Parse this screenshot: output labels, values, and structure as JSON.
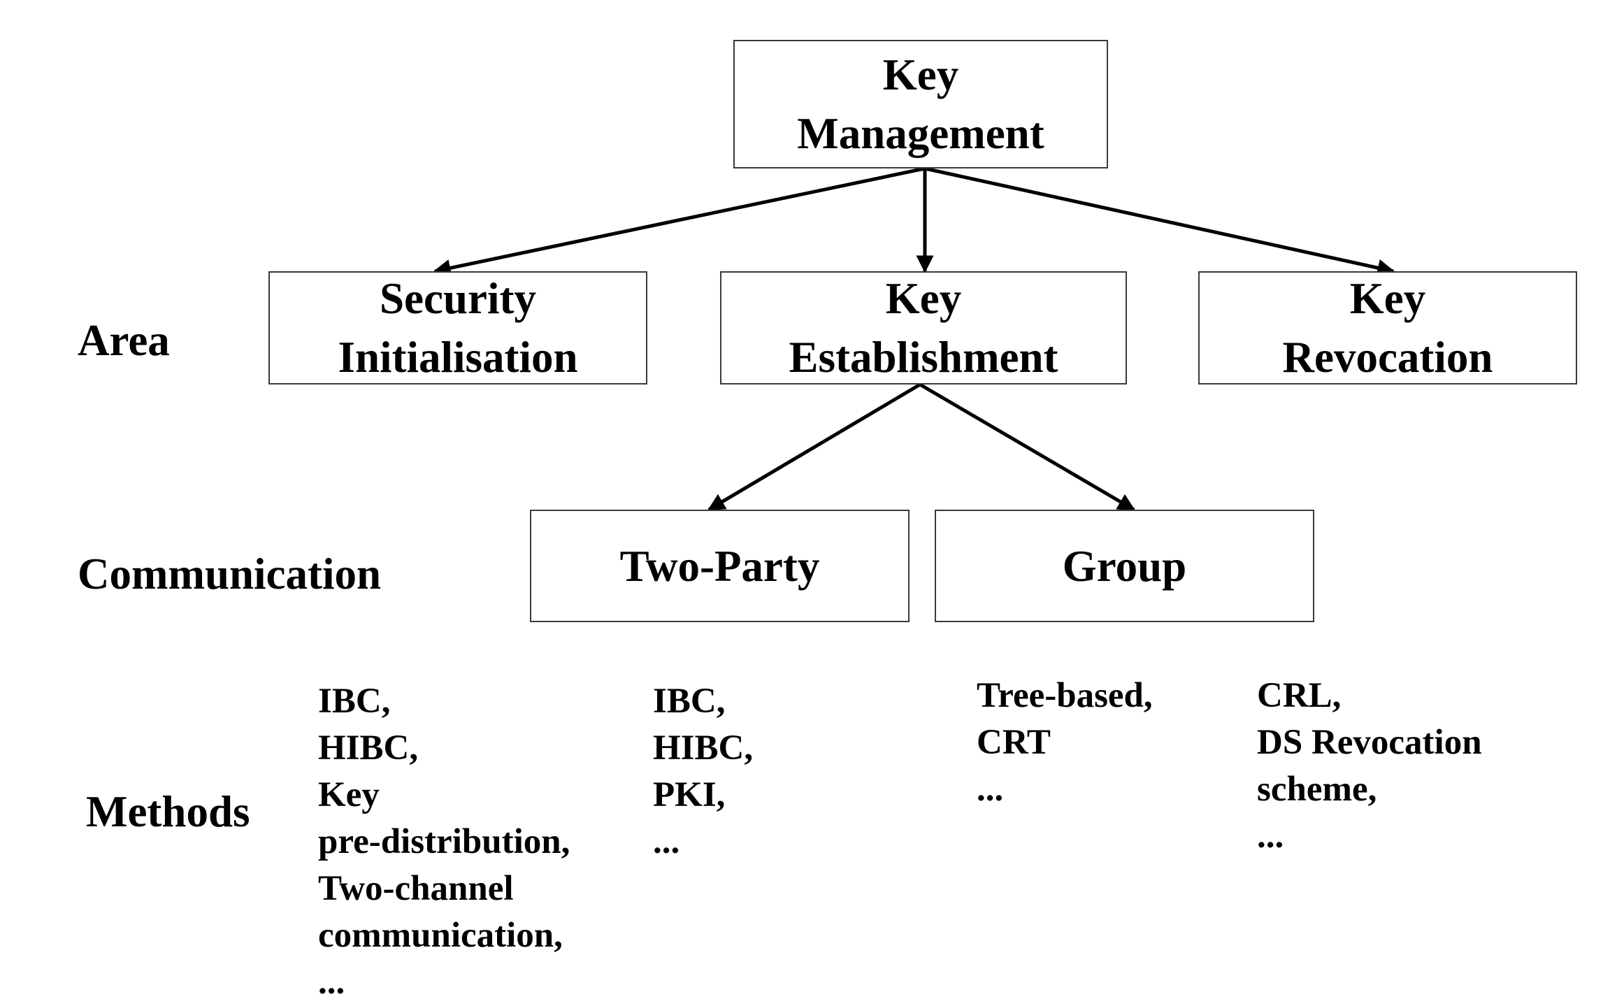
{
  "diagram": {
    "root": {
      "lines": [
        "Key",
        "Management"
      ]
    },
    "areas": [
      {
        "id": "security-initialisation",
        "lines": [
          "Security",
          "Initialisation"
        ]
      },
      {
        "id": "key-establishment",
        "lines": [
          "Key",
          "Establishment"
        ]
      },
      {
        "id": "key-revocation",
        "lines": [
          "Key",
          "Revocation"
        ]
      }
    ],
    "communication": [
      {
        "id": "two-party",
        "lines": [
          "Two-Party"
        ]
      },
      {
        "id": "group",
        "lines": [
          "Group"
        ]
      }
    ],
    "row_labels": {
      "area": "Area",
      "communication": "Communication",
      "methods": "Methods"
    },
    "methods": [
      {
        "id": "security-initialisation",
        "lines": [
          "IBC,",
          "HIBC,",
          "Key",
          "pre-distribution,",
          "Two-channel",
          "communication,",
          "..."
        ]
      },
      {
        "id": "two-party",
        "lines": [
          "IBC,",
          "HIBC,",
          "PKI,",
          "..."
        ]
      },
      {
        "id": "group",
        "lines": [
          "Tree-based,",
          "CRT",
          "..."
        ]
      },
      {
        "id": "key-revocation",
        "lines": [
          "CRL,",
          "DS Revocation",
          "scheme,",
          "..."
        ]
      }
    ],
    "edges": [
      {
        "from": "root",
        "to": "security-initialisation"
      },
      {
        "from": "root",
        "to": "key-establishment"
      },
      {
        "from": "root",
        "to": "key-revocation"
      },
      {
        "from": "key-establishment",
        "to": "two-party"
      },
      {
        "from": "key-establishment",
        "to": "group"
      }
    ],
    "colors": {
      "line": "#000000",
      "box_border": "#3a3a3a",
      "text": "#000000",
      "background": "#ffffff"
    }
  }
}
